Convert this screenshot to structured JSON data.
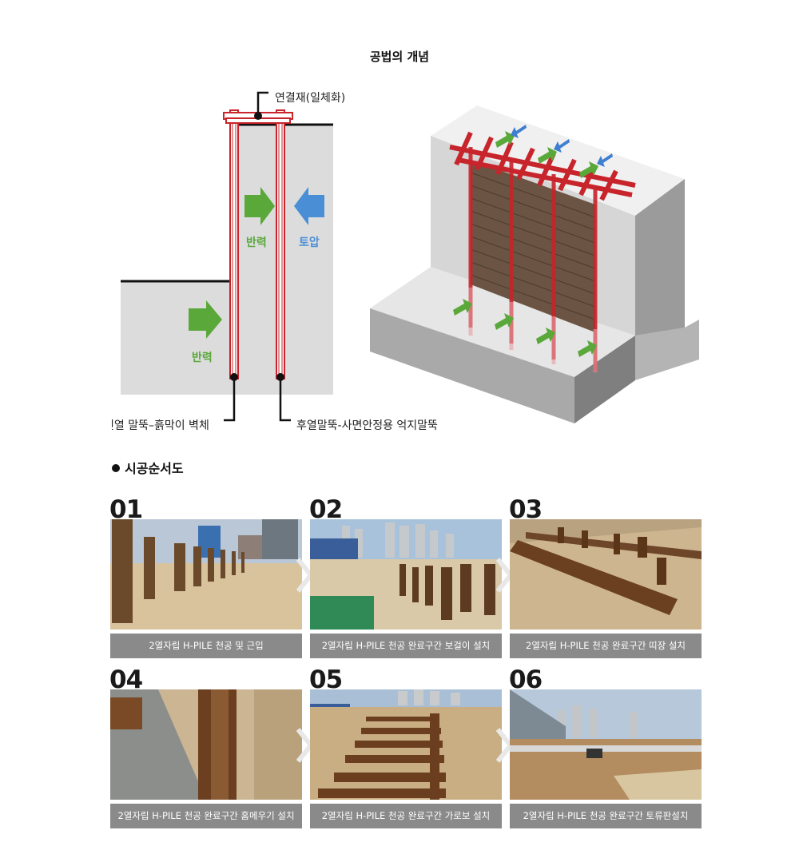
{
  "concept": {
    "title": "공법의 개념",
    "labels": {
      "connector": "연결재(일체화)",
      "reaction_right": "반력",
      "earth_pressure": "토압",
      "reaction_left": "반력",
      "front_pile": "전열 말뚝–흙막이 벽체",
      "rear_pile": "후열말뚝-사면안정용 억지말뚝"
    },
    "colors": {
      "pile_red": "#c8242b",
      "reaction_green": "#5aa83a",
      "pressure_blue": "#4a8fd6",
      "soil_gray": "#dcdcdc"
    }
  },
  "sequence": {
    "title": "시공순서도",
    "steps": [
      {
        "num": "01",
        "caption": "2열자립 H-PILE 천공 및 근입"
      },
      {
        "num": "02",
        "caption": "2열자립 H-PILE 천공 완료구간 보걸이 설치"
      },
      {
        "num": "03",
        "caption": "2열자립 H-PILE 천공 완료구간 띠장 설치"
      },
      {
        "num": "04",
        "caption": "2열자립 H-PILE 천공 완료구간 홈메우기 설치"
      },
      {
        "num": "05",
        "caption": "2열자립 H-PILE 천공 완료구간 가로보 설치"
      },
      {
        "num": "06",
        "caption": "2열자립 H-PILE 천공 완료구간 토류판설치"
      }
    ]
  }
}
